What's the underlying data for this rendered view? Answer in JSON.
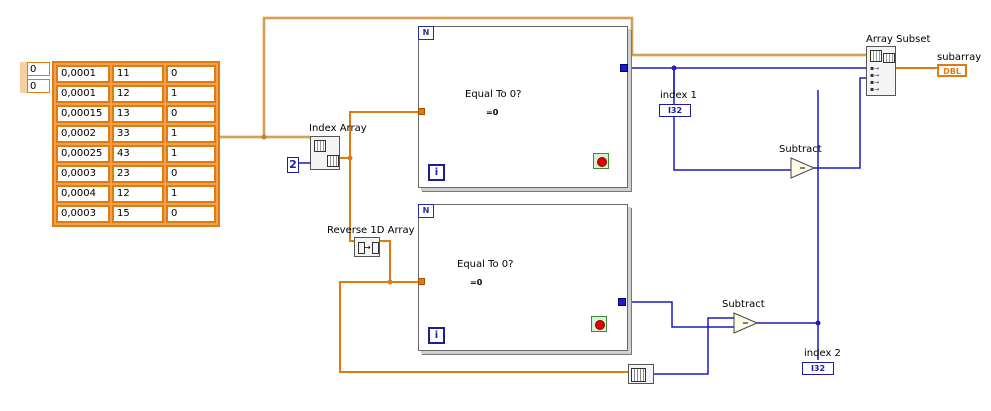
{
  "array_constant": {
    "index_values": [
      "0",
      "0"
    ],
    "rows": [
      [
        "0,0001",
        "11",
        "0"
      ],
      [
        "0,0001",
        "12",
        "1"
      ],
      [
        "0,00015",
        "13",
        "0"
      ],
      [
        "0,0002",
        "33",
        "1"
      ],
      [
        "0,00025",
        "43",
        "1"
      ],
      [
        "0,0003",
        "23",
        "0"
      ],
      [
        "0,0004",
        "12",
        "1"
      ],
      [
        "0,0003",
        "15",
        "0"
      ]
    ]
  },
  "nodes": {
    "index_array": "Index Array",
    "index_constant": "2",
    "reverse_array": "Reverse 1D Array",
    "equal_zero_top": "Equal To 0?",
    "equal_zero_bottom": "Equal To 0?",
    "subtract_top": "Subtract",
    "subtract_bottom": "Subtract",
    "array_subset": "Array Subset",
    "subarray": "subarray",
    "index1": "index 1",
    "index2": "index 2"
  },
  "glyphs": {
    "loop_count": "N",
    "iteration": "i",
    "eq_zero": "=0",
    "i32": "I32",
    "dbl": "DBL"
  },
  "colors": {
    "orange_wire": "#e07b10",
    "blue_wire": "#1c1cc0",
    "tan_wire": "#d8a050",
    "bool_wire": "#2a8a2a"
  }
}
